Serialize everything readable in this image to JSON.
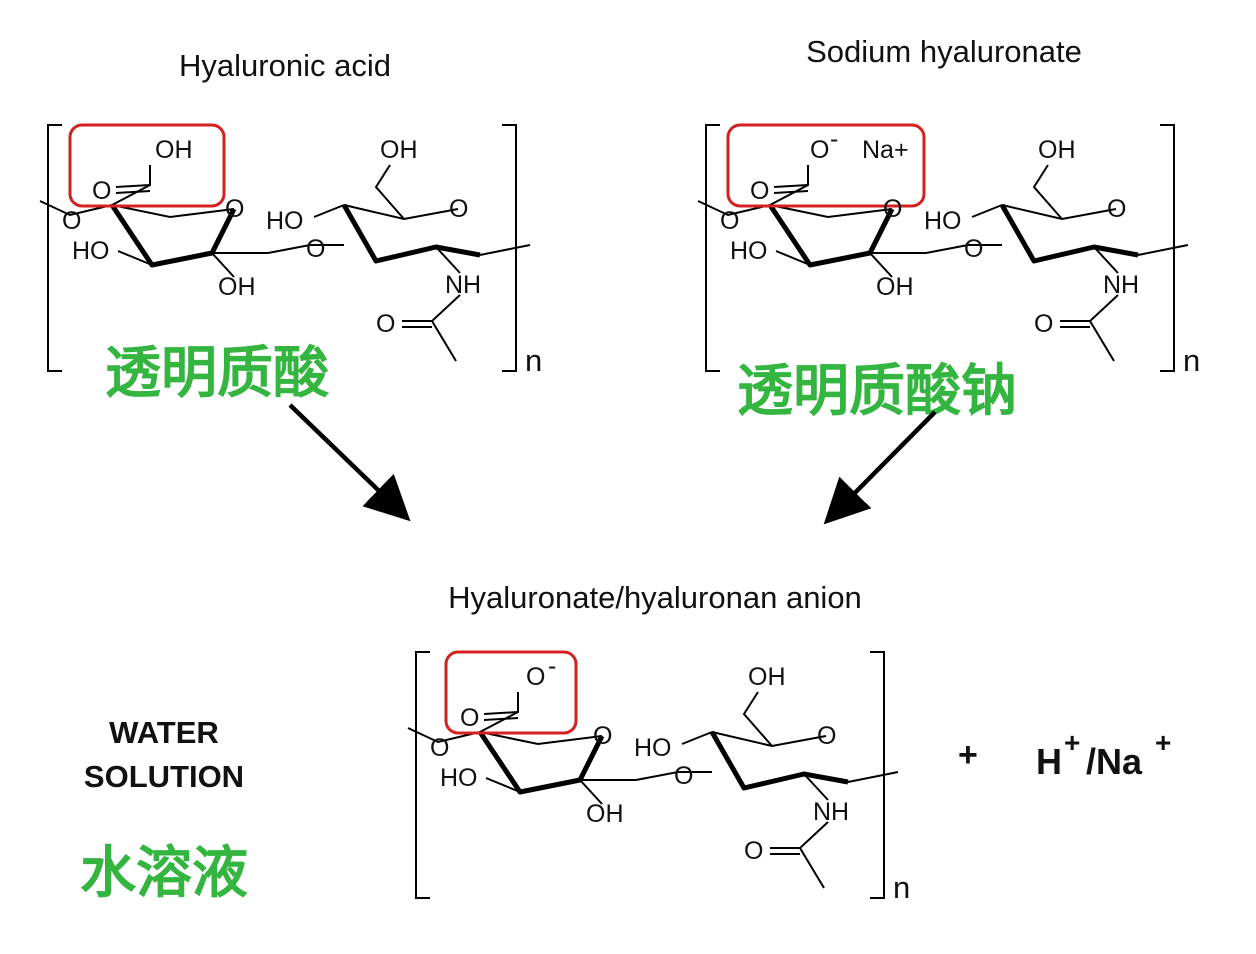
{
  "titles": {
    "hyaluronic_acid": "Hyaluronic acid",
    "sodium_hyaluronate": "Sodium hyaluronate",
    "anion": "Hyaluronate/hyaluronan anion"
  },
  "chinese": {
    "acid": "透明质酸",
    "sodium": "透明质酸钠",
    "water": "水溶液"
  },
  "water_solution": {
    "line1": "WATER",
    "line2": "SOLUTION"
  },
  "atoms": {
    "oh": "OH",
    "ho": "HO",
    "o": "O",
    "nh": "NH",
    "o_minus": "O",
    "minus": "-",
    "na_plus": "Na+",
    "n": "n"
  },
  "products": {
    "plus": "+",
    "h": "H",
    "sup": "+",
    "slash_na": "/Na"
  },
  "colors": {
    "chinese_green": "#33b540",
    "highlight_red": "#d42020",
    "line": "#000000"
  }
}
